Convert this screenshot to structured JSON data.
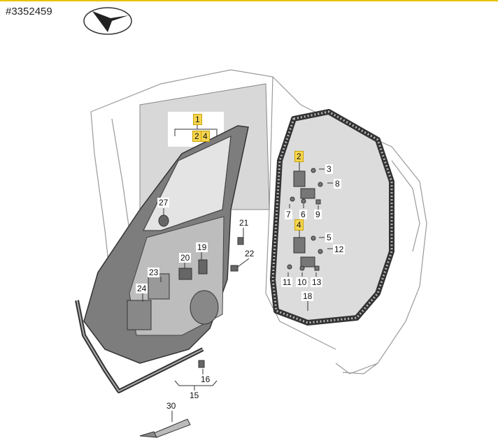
{
  "header": {
    "diagram_id": "#3352459",
    "compass_icon": "direction-arrow-icon"
  },
  "colors": {
    "accent_line": "#e6c400",
    "highlight": "#f6d64f",
    "line": "#555555",
    "glass": "#dcdcdc"
  },
  "callouts": [
    {
      "id": "c1",
      "text": "1",
      "highlighted": true
    },
    {
      "id": "c2a",
      "text": "2",
      "highlighted": true
    },
    {
      "id": "c4a",
      "text": "4",
      "highlighted": true
    },
    {
      "id": "c2b",
      "text": "2",
      "highlighted": true
    },
    {
      "id": "c3",
      "text": "3",
      "highlighted": false
    },
    {
      "id": "c8",
      "text": "8",
      "highlighted": false
    },
    {
      "id": "c7",
      "text": "7",
      "highlighted": false
    },
    {
      "id": "c6",
      "text": "6",
      "highlighted": false
    },
    {
      "id": "c9",
      "text": "9",
      "highlighted": false
    },
    {
      "id": "c4b",
      "text": "4",
      "highlighted": true
    },
    {
      "id": "c5",
      "text": "5",
      "highlighted": false
    },
    {
      "id": "c12",
      "text": "12",
      "highlighted": false
    },
    {
      "id": "c11",
      "text": "11",
      "highlighted": false
    },
    {
      "id": "c10",
      "text": "10",
      "highlighted": false
    },
    {
      "id": "c13",
      "text": "13",
      "highlighted": false
    },
    {
      "id": "c18",
      "text": "18",
      "highlighted": false
    },
    {
      "id": "c27",
      "text": "27",
      "highlighted": false
    },
    {
      "id": "c21",
      "text": "21",
      "highlighted": false
    },
    {
      "id": "c19",
      "text": "19",
      "highlighted": false
    },
    {
      "id": "c20",
      "text": "20",
      "highlighted": false
    },
    {
      "id": "c22",
      "text": "22",
      "highlighted": false
    },
    {
      "id": "c23",
      "text": "23",
      "highlighted": false
    },
    {
      "id": "c24",
      "text": "24",
      "highlighted": false
    },
    {
      "id": "c16",
      "text": "16",
      "highlighted": false
    },
    {
      "id": "c15",
      "text": "15",
      "highlighted": false
    },
    {
      "id": "c30",
      "text": "30",
      "highlighted": false
    }
  ]
}
